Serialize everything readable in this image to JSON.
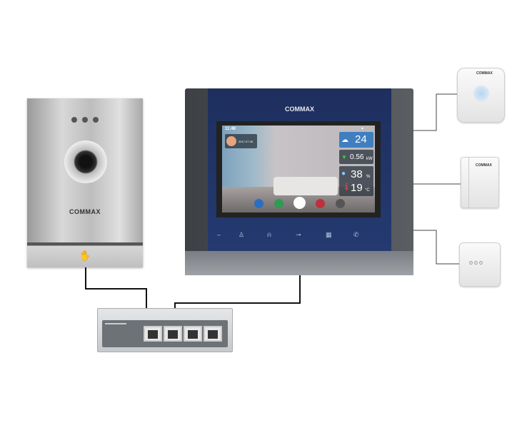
{
  "door_station": {
    "brand": "COMMAX"
  },
  "monitor": {
    "brand": "COMMAX",
    "screen": {
      "time": "11:48",
      "date": "2017.07.05",
      "weather_temp": "24",
      "power_value": "0.56",
      "power_unit": "kW",
      "humidity_value": "38",
      "humidity_unit": "%",
      "temperature_value": "19",
      "temperature_unit": "°C"
    }
  },
  "sensors": [
    {
      "name": "motion-sensor",
      "brand": "COMMAX"
    },
    {
      "name": "door-sensor",
      "brand": "COMMAX"
    },
    {
      "name": "switch-module"
    }
  ],
  "colors": {
    "monitor_front": "#1e2f5e",
    "wire": "#111111",
    "switch_face": "#6d7277"
  }
}
